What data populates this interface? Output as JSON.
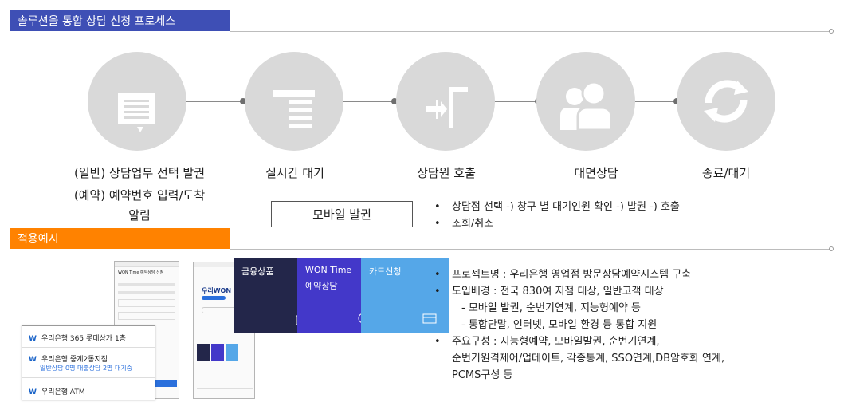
{
  "header": {
    "title": "솔루션을 통합 상담 신청 프로세스"
  },
  "section2": {
    "title": "적용예시"
  },
  "steps": [
    {
      "title": "01 STEP",
      "icon": "form-list-icon",
      "label": "(일반) 상담업무 선택 발권"
    },
    {
      "title": "02 STEP",
      "icon": "queue-ticket-icon",
      "label": "실시간 대기"
    },
    {
      "title": "03 STEP",
      "icon": "call-arrow-icon",
      "label": "상담원 호출"
    },
    {
      "title": "04 STEP",
      "icon": "people-icon",
      "label": "대면상담"
    },
    {
      "title": "05 STEP",
      "icon": "refresh-cycle-icon",
      "label": "종료/대기"
    }
  ],
  "step1_extra": {
    "line1": "(예약) 예약번호 입력/도착",
    "line2": "알림"
  },
  "mobile_box": {
    "label": "모바일 발권"
  },
  "flow_bullets": [
    "상담점 선택 -) 창구 별 대기인원 확인 -) 발권 -) 호출",
    "조회/취소"
  ],
  "project": {
    "b1": "프로젝트명 : 우리은행 영업점 방문상담예약시스템 구축",
    "b2": "도입배경 : 전국 830여 지점 대상, 일반고객 대상",
    "b2_sub1": "- 모바일 발권, 순번기연계, 지능형예약 등",
    "b2_sub2": "- 통합단말, 인터넷, 모바일 환경 등 통합 지원",
    "b3": "주요구성 : 지능형예약, 모바일발권, 순번기연계,",
    "b3_line2": "순번기원격제어/업데이트, 각종통계, SSO연계,DB암호화 연계,",
    "b3_line3": "PCMS구성 등"
  },
  "tiles": [
    {
      "label": "금융상품",
      "line2": "",
      "color": "#23264a",
      "icon": "gift-icon"
    },
    {
      "label": "WON Time",
      "line2": "예약상담",
      "color": "#4338c9",
      "icon": "clock-search-icon"
    },
    {
      "label": "카드신청",
      "line2": "",
      "color": "#55a7e8",
      "icon": "card-icon"
    }
  ],
  "phone1": {
    "header": "WON Time 예약상담 신청"
  },
  "phone2": {
    "brand": "우리WON"
  },
  "branches": [
    {
      "name": "우리은행 365 롯데상가 1층",
      "detail": ""
    },
    {
      "name": "우리은행 중계2동지점",
      "detail": "일반상담 0명 대출상담 2명 대기중"
    },
    {
      "name": "우리은행 ATM",
      "detail": ""
    }
  ]
}
